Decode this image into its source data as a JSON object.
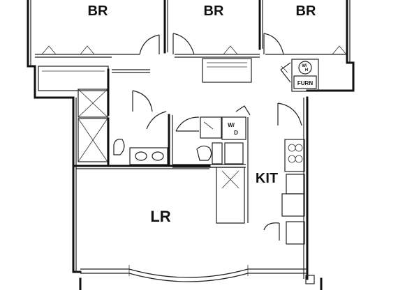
{
  "rooms": {
    "br1": "BR",
    "br2": "BR",
    "br3": "BR",
    "living_room": "LR",
    "kitchen": "KIT"
  },
  "fixtures": {
    "furnace": "FURN",
    "washer_dryer_top": "W/",
    "washer_dryer_bottom": "D",
    "water_heater_top": "W/",
    "water_heater_bottom": "H"
  }
}
